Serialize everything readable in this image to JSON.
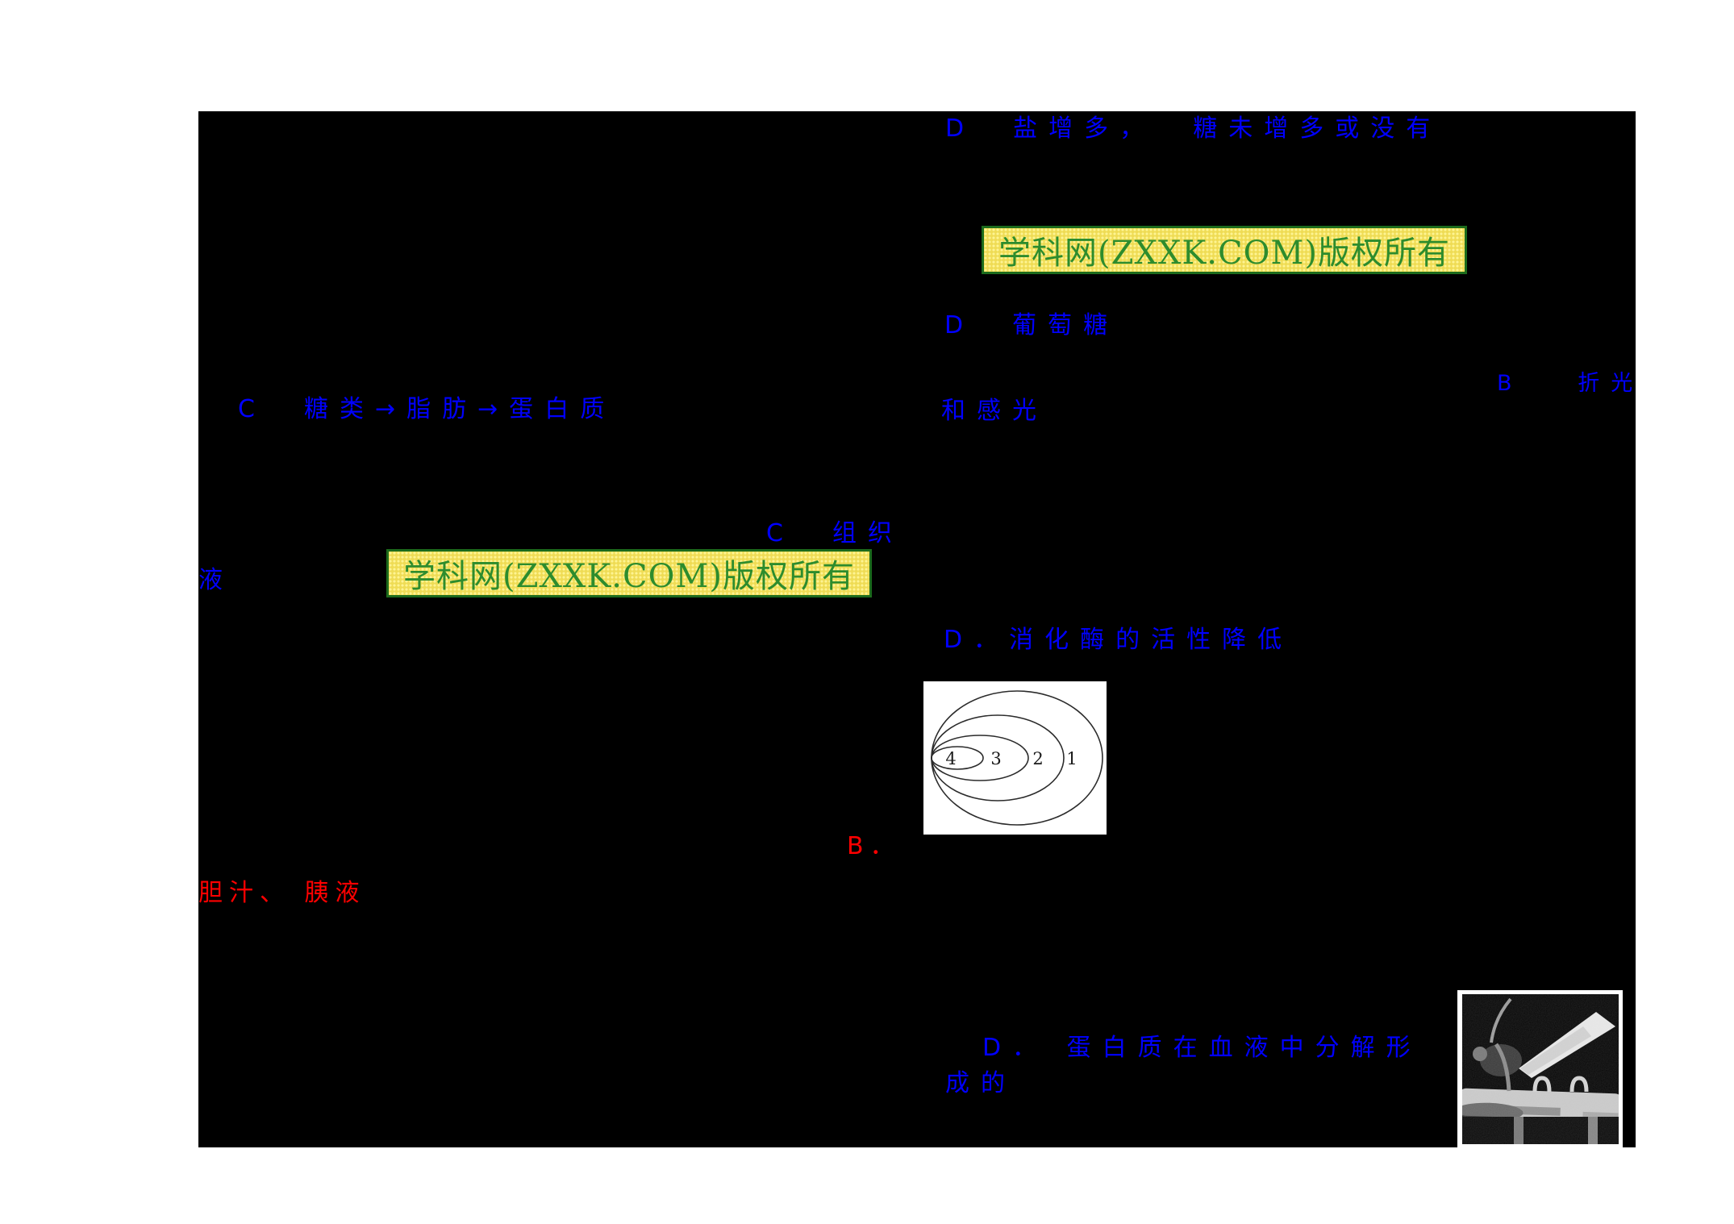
{
  "colors": {
    "page_background": "#ffffff",
    "scan_background": "#000000",
    "blue_text": "#0000ff",
    "red_text": "#ff0000",
    "watermark_background": "#efdc55",
    "watermark_border": "#1c6b1c",
    "watermark_text_color": "#2d8c2d"
  },
  "texts": {
    "salt_line": "D  盐增多，  糖未增多或没有",
    "glucose_line": "D  葡萄糖",
    "refract_line": "B   折光",
    "sense_line": "和感光",
    "sugar_chain_line": "C  糖类→脂肪→蛋白质",
    "tissue_line": "C  组织",
    "fluid_line": "液",
    "enzyme_line": "D．消化酶的活性降低",
    "b_option": "B．",
    "bile_line": "胆汁、 胰液",
    "protein_line": "D． 蛋白质在血液中分解形",
    "formed_line": "成的"
  },
  "watermark": {
    "label": "学科网(ZXXK.COM)版权所有"
  },
  "diagram": {
    "type": "nested-ellipses",
    "labels": [
      "4",
      "3",
      "2",
      "1"
    ]
  },
  "photo": {
    "description": "gymnast-on-pommel-horse"
  }
}
